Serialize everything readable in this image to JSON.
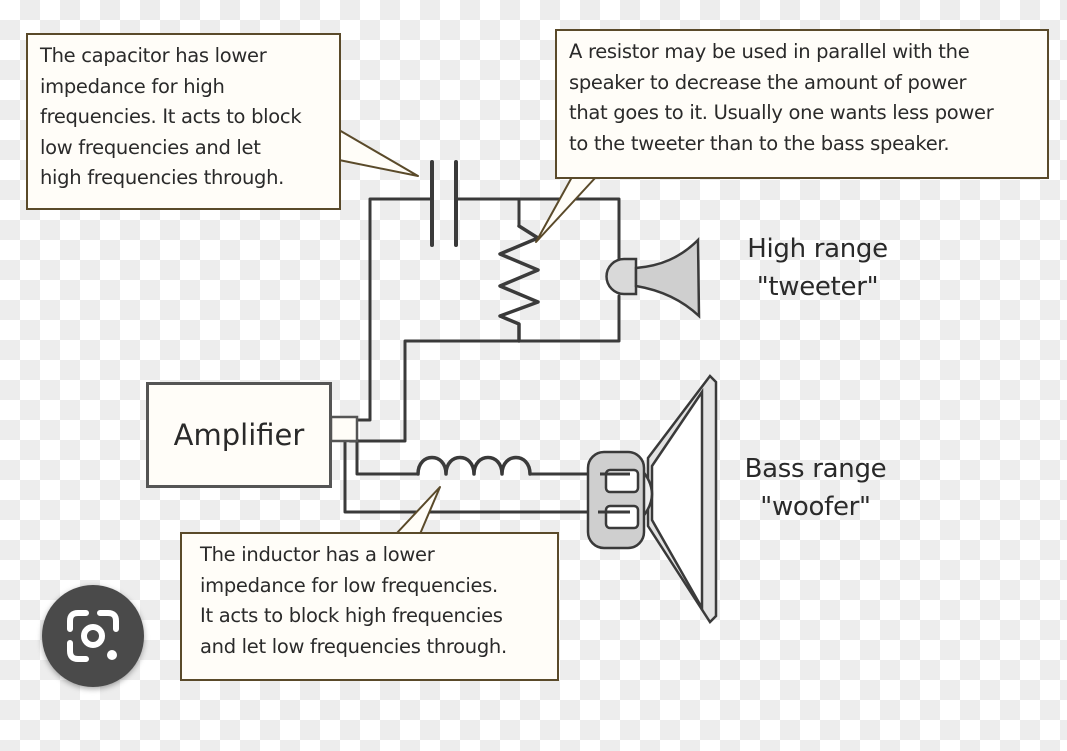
{
  "capacitor_note": {
    "lines": [
      "The capacitor has lower",
      "impedance for high",
      "frequencies. It acts to block",
      "low frequencies and let",
      "high frequencies through."
    ]
  },
  "resistor_note": {
    "lines": [
      "A resistor may be used in parallel with the",
      "speaker to decrease the amount of  power",
      "that goes to it. Usually one wants less power",
      "to the tweeter than to the bass speaker."
    ]
  },
  "inductor_note": {
    "lines": [
      "The inductor has a lower",
      "impedance for low frequencies.",
      "It acts to block high frequencies",
      "and let low frequencies through."
    ]
  },
  "tweeter_label": {
    "lines": [
      "High range",
      "\"tweeter\""
    ]
  },
  "woofer_label": {
    "lines": [
      "Bass range",
      "\"woofer\""
    ]
  },
  "amplifier_label": "Amplifier",
  "icons": {
    "lens_button": "camera-search-icon"
  },
  "colors": {
    "wire": "#3a3a3a",
    "box_border": "#5a4a2a",
    "lens_bg": "#4a4a4a"
  }
}
